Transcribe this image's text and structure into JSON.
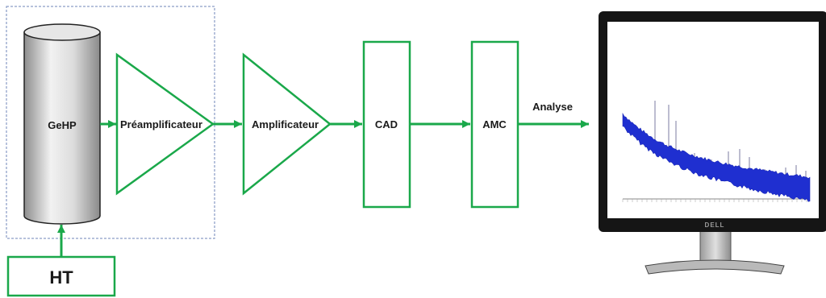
{
  "diagram": {
    "detector_label": "GeHP",
    "preamp_label": "Préamplificateur",
    "amp_label": "Amplificateur",
    "adc_label": "CAD",
    "mca_label": "AMC",
    "analysis_label": "Analyse",
    "hv_label": "HT",
    "monitor_brand": "DELL"
  },
  "colors": {
    "connector_green": "#1aa84a",
    "spectrum_blue": "#1f2fd0",
    "detector_gray": "#c9c9c9",
    "frame_dashed_blue": "#6f86b8",
    "monitor_black": "#151515"
  }
}
